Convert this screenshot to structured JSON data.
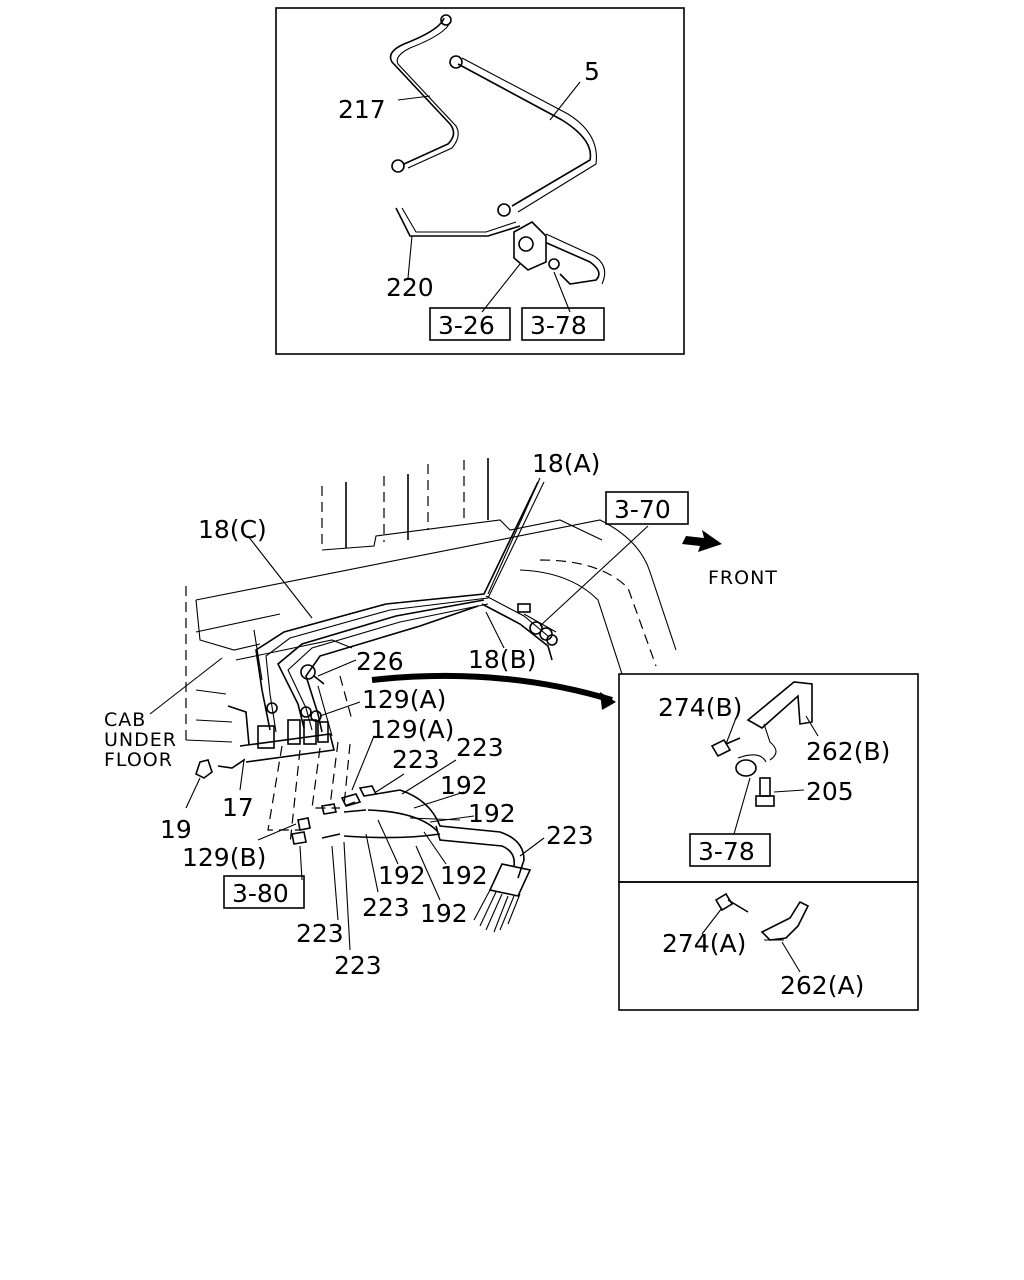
{
  "inset_top": {
    "labels": {
      "p217": "217",
      "p5": "5",
      "p220": "220"
    },
    "refs": {
      "r326": "3-26",
      "r378": "3-78"
    }
  },
  "main": {
    "labels": {
      "p18a": "18(A)",
      "p18c": "18(C)",
      "p18b": "18(B)",
      "p226": "226",
      "p129a_1": "129(A)",
      "p129a_2": "129(A)",
      "p223_1": "223",
      "p223_2": "223",
      "p192_1": "192",
      "p192_2": "192",
      "p223_3": "223",
      "p192_3": "192",
      "p192_4": "192",
      "p192_5": "192",
      "p223_4": "223",
      "p223_5": "223",
      "p223_6": "223",
      "p17": "17",
      "p19": "19",
      "p129b": "129(B)"
    },
    "refs": {
      "r370": "3-70",
      "r380": "3-80"
    },
    "front": "FRONT",
    "cab": [
      "CAB",
      "UNDER",
      "FLOOR"
    ]
  },
  "inset_b": {
    "labels": {
      "p274b": "274(B)",
      "p262b": "262(B)",
      "p205": "205"
    },
    "refs": {
      "r378": "3-78"
    }
  },
  "inset_a": {
    "labels": {
      "p274a": "274(A)",
      "p262a": "262(A)"
    }
  }
}
